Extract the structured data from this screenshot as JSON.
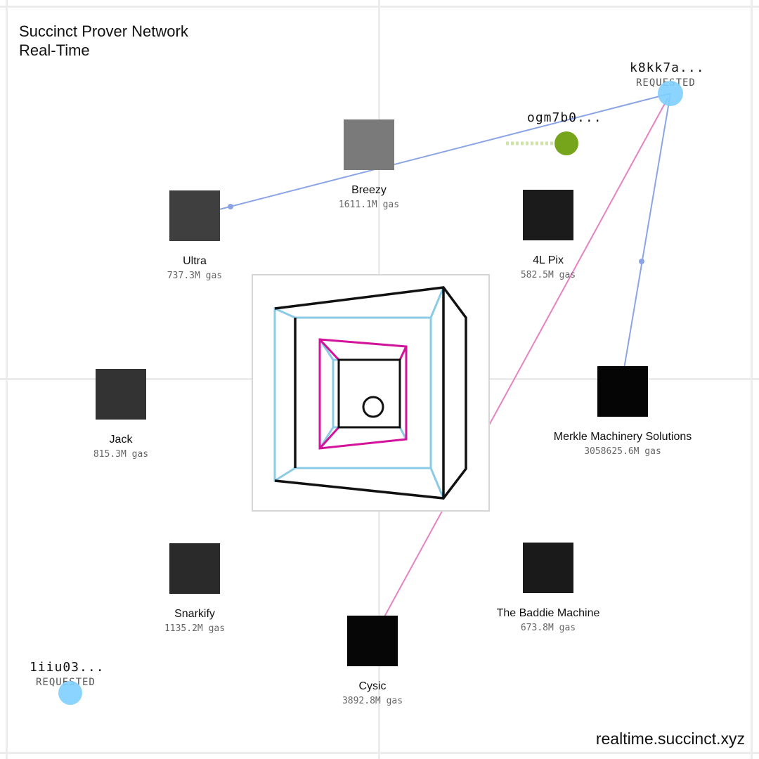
{
  "header": {
    "title_line1": "Succinct Prover Network",
    "title_line2": "Real-Time"
  },
  "footer": {
    "url": "realtime.succinct.xyz"
  },
  "colors": {
    "request_node": "#7dcfff",
    "assigned_node": "#76a51b",
    "link_blue": "#8aa4e6",
    "link_pink": "#e583c2",
    "cube_blue": "#8ccbe6",
    "cube_magenta": "#d3139a",
    "cube_black": "#111111"
  },
  "provers": [
    {
      "id": "breezy",
      "name": "Breezy",
      "gas": "1611.1M gas",
      "color": "#7a7a7a"
    },
    {
      "id": "ultra",
      "name": "Ultra",
      "gas": "737.3M gas",
      "color": "#3f3f3f"
    },
    {
      "id": "4l-pix",
      "name": "4L Pix",
      "gas": "582.5M gas",
      "color": "#1b1b1b"
    },
    {
      "id": "jack",
      "name": "Jack",
      "gas": "815.3M gas",
      "color": "#333333"
    },
    {
      "id": "merkle",
      "name": "Merkle Machinery Solutions",
      "gas": "3058625.6M gas",
      "color": "#050505"
    },
    {
      "id": "snarkify",
      "name": "Snarkify",
      "gas": "1135.2M gas",
      "color": "#2a2a2a"
    },
    {
      "id": "baddie",
      "name": "The Baddie Machine",
      "gas": "673.8M gas",
      "color": "#1a1a1a"
    },
    {
      "id": "cysic",
      "name": "Cysic",
      "gas": "3892.8M gas",
      "color": "#060606"
    }
  ],
  "requests": [
    {
      "id": "k8kk7a...",
      "status": "REQUESTED"
    },
    {
      "id": "ogm7b0...",
      "status": ""
    },
    {
      "id": "1iiu03...",
      "status": "REQUESTED"
    }
  ]
}
